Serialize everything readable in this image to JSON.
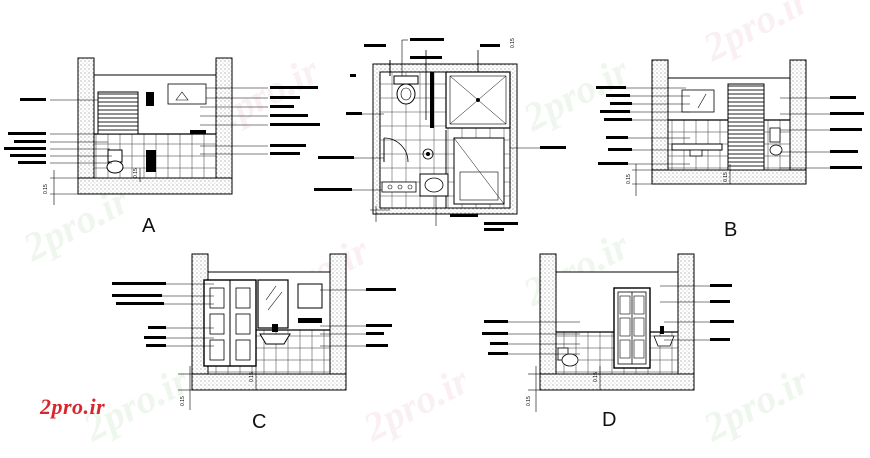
{
  "brand": {
    "logo_text": "2pro.ir",
    "accent_color": "#d7262d"
  },
  "watermark": {
    "text": "2pro.ir",
    "color_green": "#96c896",
    "color_pink": "#dc96aa"
  },
  "views": {
    "a": {
      "label": "A"
    },
    "b": {
      "label": "B"
    },
    "c": {
      "label": "C"
    },
    "d": {
      "label": "D"
    }
  },
  "dimensions": {
    "a_left": "0.15",
    "a_mid": "0.15",
    "b_left": "0.15",
    "b_mid": "0.15",
    "c_left": "0.15",
    "c_mid": "0.15",
    "d_left": "0.15",
    "d_mid": "0.15",
    "plan_top": "0.15"
  }
}
